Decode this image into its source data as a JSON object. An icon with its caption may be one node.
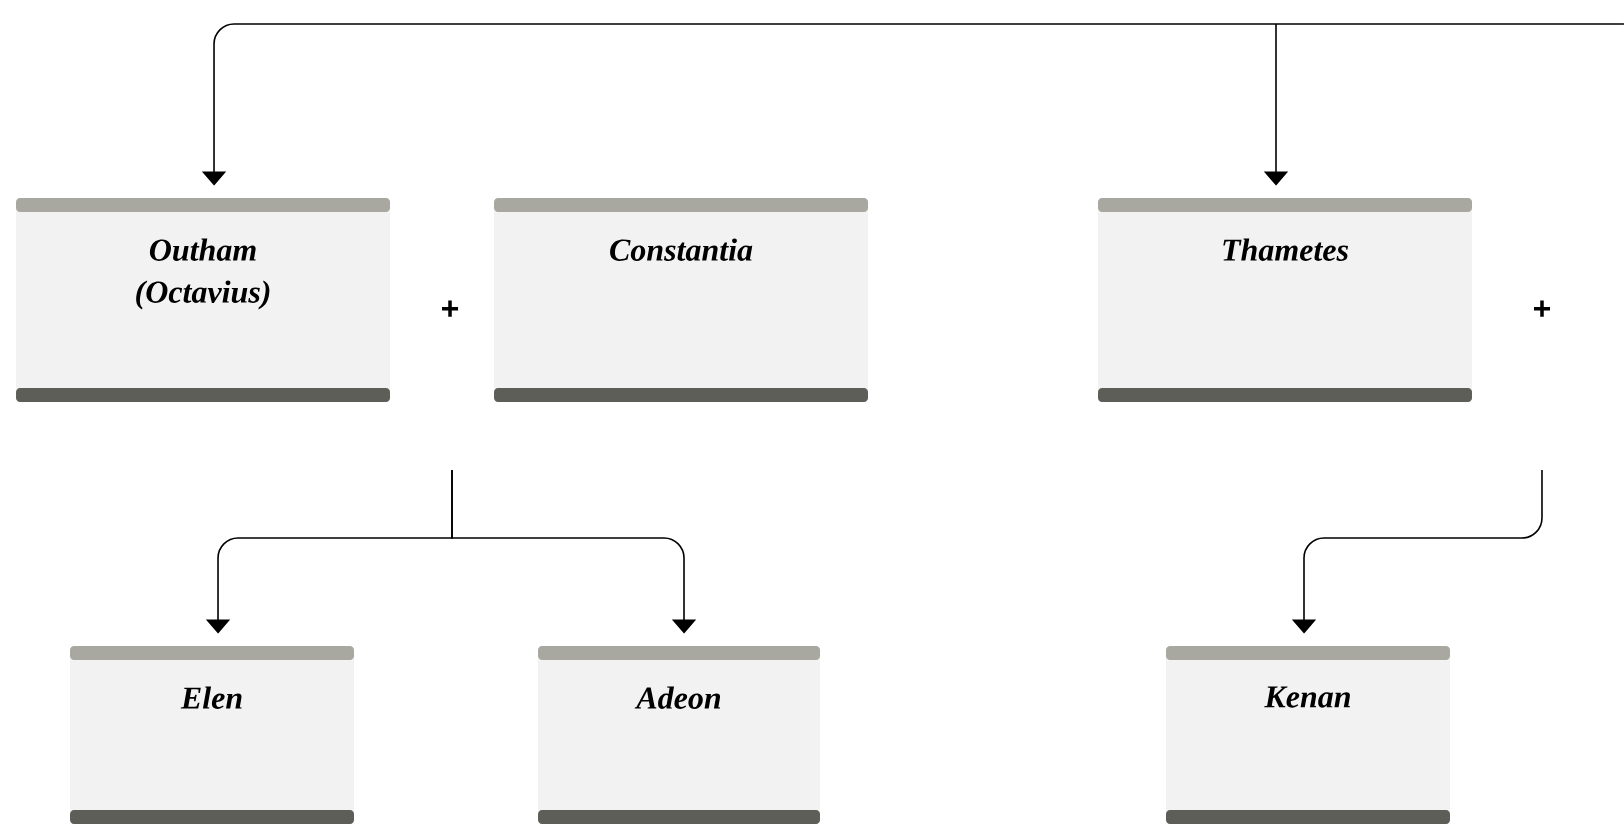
{
  "diagram": {
    "nodes": [
      {
        "text": [
          "Outham (Octavius)"
        ]
      },
      {
        "text": [
          "Constantia"
        ]
      },
      {
        "text": [
          "Thametes"
        ]
      },
      {
        "text": [
          "Elen"
        ]
      },
      {
        "text": [
          "Adeon"
        ]
      },
      {
        "text": [
          "Kenan"
        ]
      }
    ],
    "edges": [
      {
        "from": null,
        "to": 0,
        "arrow": "to"
      },
      {
        "from": null,
        "to": 2,
        "arrow": "to"
      },
      {
        "from": null,
        "to": 3,
        "arrow": "to"
      },
      {
        "from": null,
        "to": 4,
        "arrow": "to"
      },
      {
        "from": null,
        "to": 5,
        "arrow": "to"
      }
    ],
    "labels": [
      "+",
      "+"
    ]
  }
}
